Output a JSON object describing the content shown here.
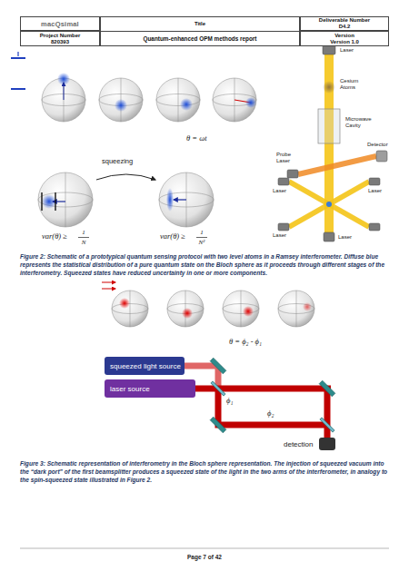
{
  "diagram": {
    "nodes": [
      {
        "text": [
          "macQsimal"
        ]
      },
      {
        "text": [
          "Title",
          "Quantum-enhanced OPM methods report"
        ]
      },
      {
        "text": [
          "Deliverable Number",
          "D4.2"
        ]
      },
      {
        "text": [
          "Project Number",
          "820393"
        ]
      },
      {
        "text": [
          "Version",
          "Version 1.0"
        ]
      },
      {
        "text": [
          "squeezed light source"
        ]
      },
      {
        "text": [
          "laser source"
        ]
      }
    ],
    "labels": [
      "squeezing",
      "θ = ωt",
      "var(θ) ≥",
      "1",
      "N",
      "var(θ) ≥",
      "1",
      "N²",
      "Laser",
      "Cesium Atoms",
      "Microwave Cavity",
      "Probe Laser",
      "Detector",
      "Laser",
      "Laser",
      "Laser",
      "Laser",
      "Figure 2: Schematic of a prototypical quantum sensing protocol with two level atoms in a Ramsey interferometer. Diffuse blue represents the statistical distribution of a pure quantum state on the Bloch sphere as it proceeds through different stages of the interferometry. Squeezed states have reduced uncertainty in one or more components.",
      "θ = ϕ₂ - ϕ₁",
      "ϕ₁",
      "ϕ₂",
      "detection",
      "Figure 3: Schematic representation of interferometry in the Bloch sphere representation. The injection of squeezed vacuum into the “dark port” of the first beamsplitter produces a squeezed state of the light in the two arms of the interferometer, in analogy to the spin-squeezed state illustrated in Figure 2.",
      "Page 7 of 42"
    ]
  }
}
